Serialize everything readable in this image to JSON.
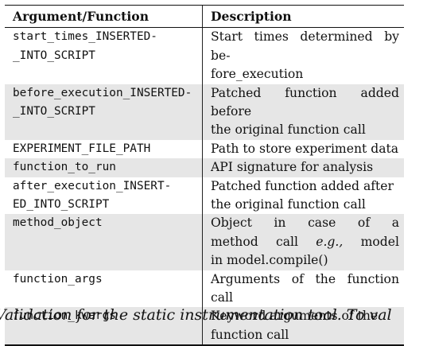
{
  "table": {
    "headers": {
      "argument": "Argument/Function",
      "description": "Description"
    },
    "rows": [
      {
        "arg_lines": [
          "start_times_INSERTED-",
          "_INTO_SCRIPT"
        ],
        "desc_lines": [
          "Start times determined by be-",
          "fore_execution"
        ],
        "shaded": false
      },
      {
        "arg_lines": [
          "before_execution_INSERTED-",
          "_INTO_SCRIPT"
        ],
        "desc_lines": [
          "Patched function added before",
          "the original function call"
        ],
        "shaded": true
      },
      {
        "arg_lines": [
          "EXPERIMENT_FILE_PATH"
        ],
        "desc_lines": [
          "Path to store experiment data"
        ],
        "shaded": false
      },
      {
        "arg_lines": [
          "function_to_run"
        ],
        "desc_lines": [
          "API signature for analysis"
        ],
        "shaded": true
      },
      {
        "arg_lines": [
          "after_execution_INSERT-",
          "ED_INTO_SCRIPT"
        ],
        "desc_lines": [
          "Patched function added after",
          "the original function call"
        ],
        "shaded": false
      },
      {
        "arg_lines": [
          "method_object"
        ],
        "desc_lines": [
          "Object in case of a",
          "method call e.g., model",
          "in model.compile()"
        ],
        "shaded": true
      },
      {
        "arg_lines": [
          "function_args"
        ],
        "desc_lines": [
          "Arguments of the function call"
        ],
        "shaded": false
      },
      {
        "arg_lines": [
          "function_kwargs"
        ],
        "desc_lines": [
          "Keyword arguments of the",
          "function call"
        ],
        "shaded": true
      }
    ]
  },
  "caption_text": "Validation for the static instrumentation tool. To val"
}
